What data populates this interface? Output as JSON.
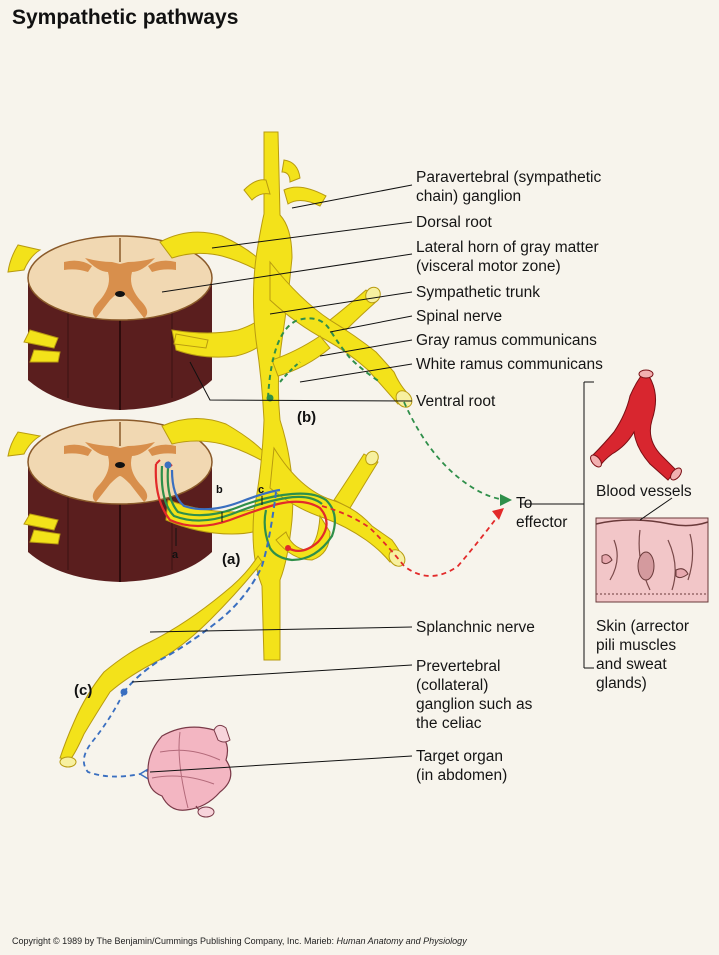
{
  "title": "Sympathetic pathways",
  "labels": {
    "paravertebral": "Paravertebral (sympathetic\nchain) ganglion",
    "dorsal_root": "Dorsal root",
    "lateral_horn": "Lateral horn of gray matter\n(visceral motor zone)",
    "sympathetic_trunk": "Sympathetic trunk",
    "spinal_nerve": "Spinal nerve",
    "gray_ramus": "Gray ramus communicans",
    "white_ramus": "White ramus communicans",
    "ventral_root": "Ventral root",
    "to_effector": "To\neffector",
    "blood_vessels": "Blood vessels",
    "skin": "Skin (arrector\npili muscles\nand sweat\nglands)",
    "splanchnic": "Splanchnic nerve",
    "prevertebral": "Prevertebral\n(collateral)\nganglion such as\nthe celiac",
    "target_organ": "Target organ\n(in abdomen)"
  },
  "pathway_labels": {
    "a": "(a)",
    "b": "(b)",
    "c": "(c)",
    "fiber_a": "a",
    "fiber_b": "b",
    "fiber_c": "c"
  },
  "copyright": {
    "text": "Copyright © 1989 by The Benjamin/Cummings Publishing Company, Inc. Marieb: ",
    "book": "Human Anatomy and Physiology"
  },
  "colors": {
    "nerve": "#f3e21a",
    "nerve_outline": "#b89b10",
    "white_matter": "#f1d8b2",
    "gray_matter": "#d88f4c",
    "cord_side": "#5a1e1e",
    "pathway_a": "#e22a2a",
    "pathway_b": "#2f8f4a",
    "pathway_c": "#3a6fc0",
    "vessel": "#d8262f",
    "skin": "#f2c6c8"
  }
}
